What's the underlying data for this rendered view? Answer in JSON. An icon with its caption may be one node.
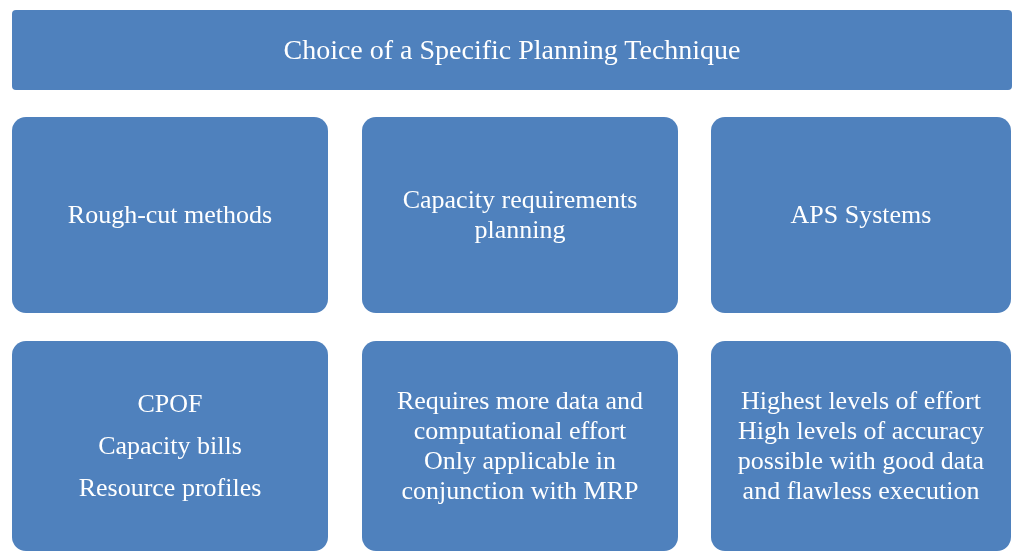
{
  "diagram": {
    "nodes": [
      {
        "text": [
          "Choice of a Specific Planning Technique"
        ]
      },
      {
        "text": [
          "Rough-cut methods"
        ]
      },
      {
        "text": [
          "Capacity requirements planning"
        ]
      },
      {
        "text": [
          "APS Systems"
        ]
      },
      {
        "text": [
          "CPOF",
          "Capacity bills",
          "Resource profiles"
        ]
      },
      {
        "text": [
          "Requires more data and computational effort",
          "Only applicable in conjunction with MRP"
        ]
      },
      {
        "text": [
          "Highest levels of effort",
          "High levels of accuracy possible with good data and flawless execution"
        ]
      }
    ]
  }
}
